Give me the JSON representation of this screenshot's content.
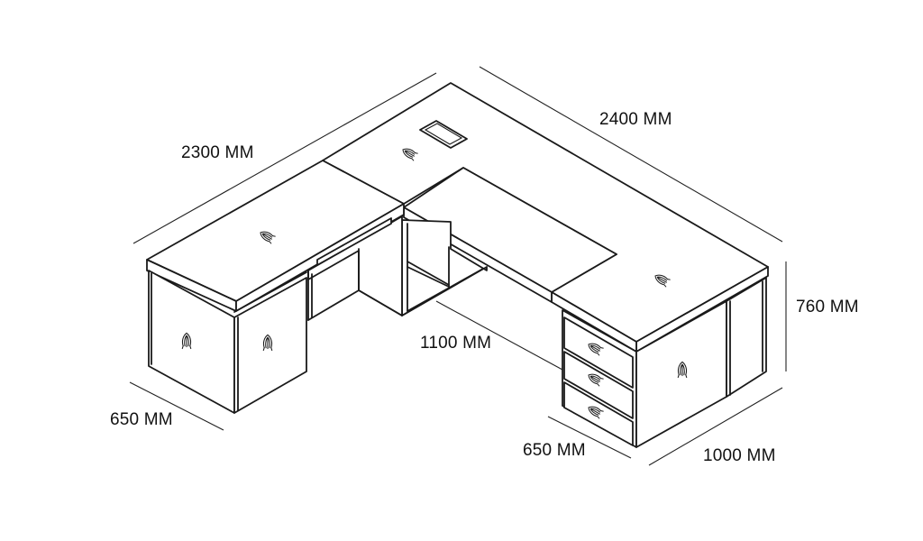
{
  "dimensions": {
    "top_left_length": "2300 MM",
    "top_right_length": "2400 MM",
    "height": "760 MM",
    "inner_return": "1100 MM",
    "left_depth": "650 MM",
    "pedestal_depth": "650 MM",
    "right_depth": "1000 MM"
  },
  "colors": {
    "line": "#1a1a1a",
    "background": "#ffffff"
  },
  "icons": {
    "lock": "lock-handle-icon",
    "grommet": "cable-grommet-icon"
  }
}
